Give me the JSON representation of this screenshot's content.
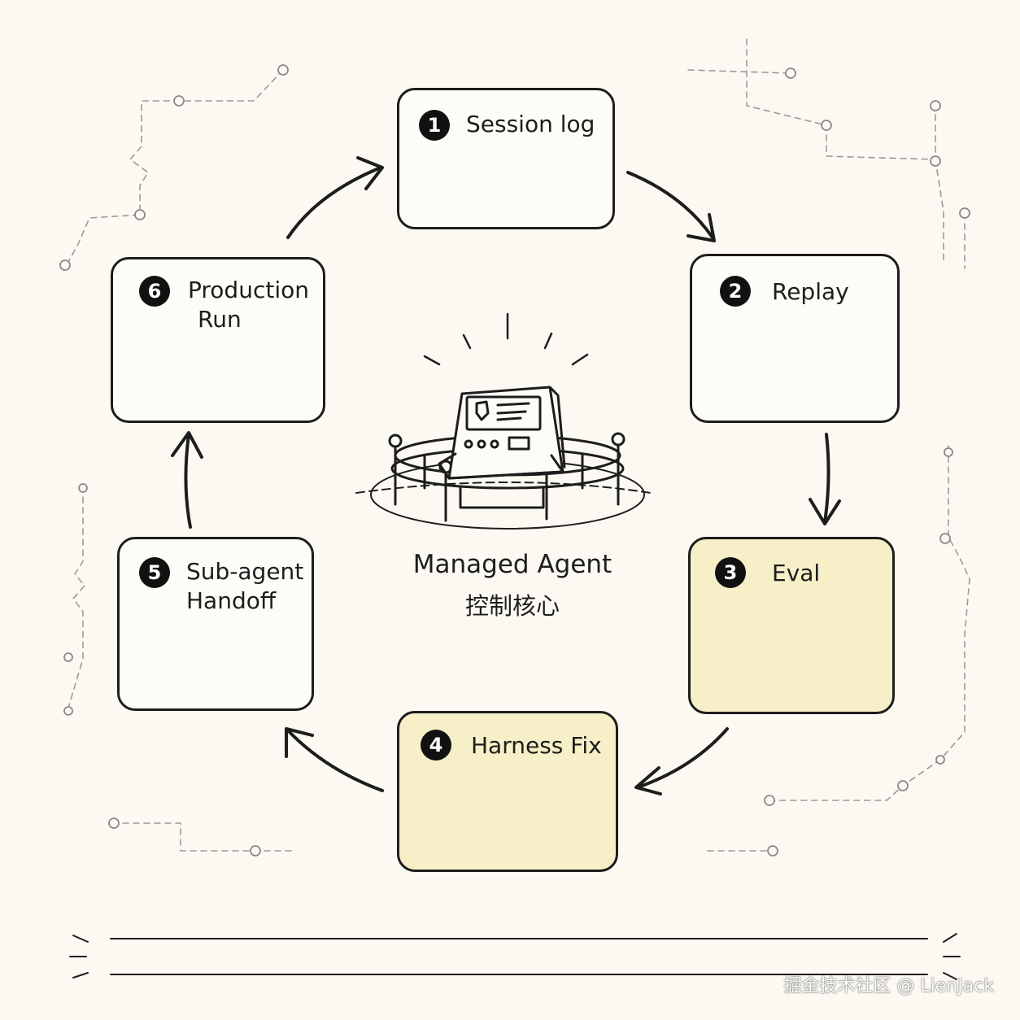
{
  "steps": [
    {
      "number": "1",
      "title_line1": "Session log",
      "title_line2": ""
    },
    {
      "number": "2",
      "title_line1": "Replay",
      "title_line2": ""
    },
    {
      "number": "3",
      "title_line1": "Eval",
      "title_line2": ""
    },
    {
      "number": "4",
      "title_line1": "Harness Fix",
      "title_line2": ""
    },
    {
      "number": "5",
      "title_line1": "Sub-agent",
      "title_line2": "Handoff"
    },
    {
      "number": "6",
      "title_line1": "Production",
      "title_line2": "Run"
    }
  ],
  "center": {
    "title": "Managed Agent",
    "subtitle": "控制核心"
  },
  "watermark": "掘金技术社区 @ LienJack",
  "icons": {
    "step1": "timeline-icon",
    "step2": "replay-icon",
    "step3": [
      "checklist-icon",
      "bar-chart-icon",
      "gauge-icon"
    ],
    "step4": [
      "dashboard-panel-icon",
      "wrench-icon"
    ],
    "step5": [
      "person-icon",
      "document-transfer-icon",
      "person-icon"
    ],
    "step6": [
      "code-folder-icon",
      "alarm-light-icon"
    ],
    "center": "kiosk-with-railing-icon"
  },
  "colors": {
    "background": "#fbf9f1",
    "ink": "#1d1d1d",
    "highlight": "#f7efc7"
  }
}
